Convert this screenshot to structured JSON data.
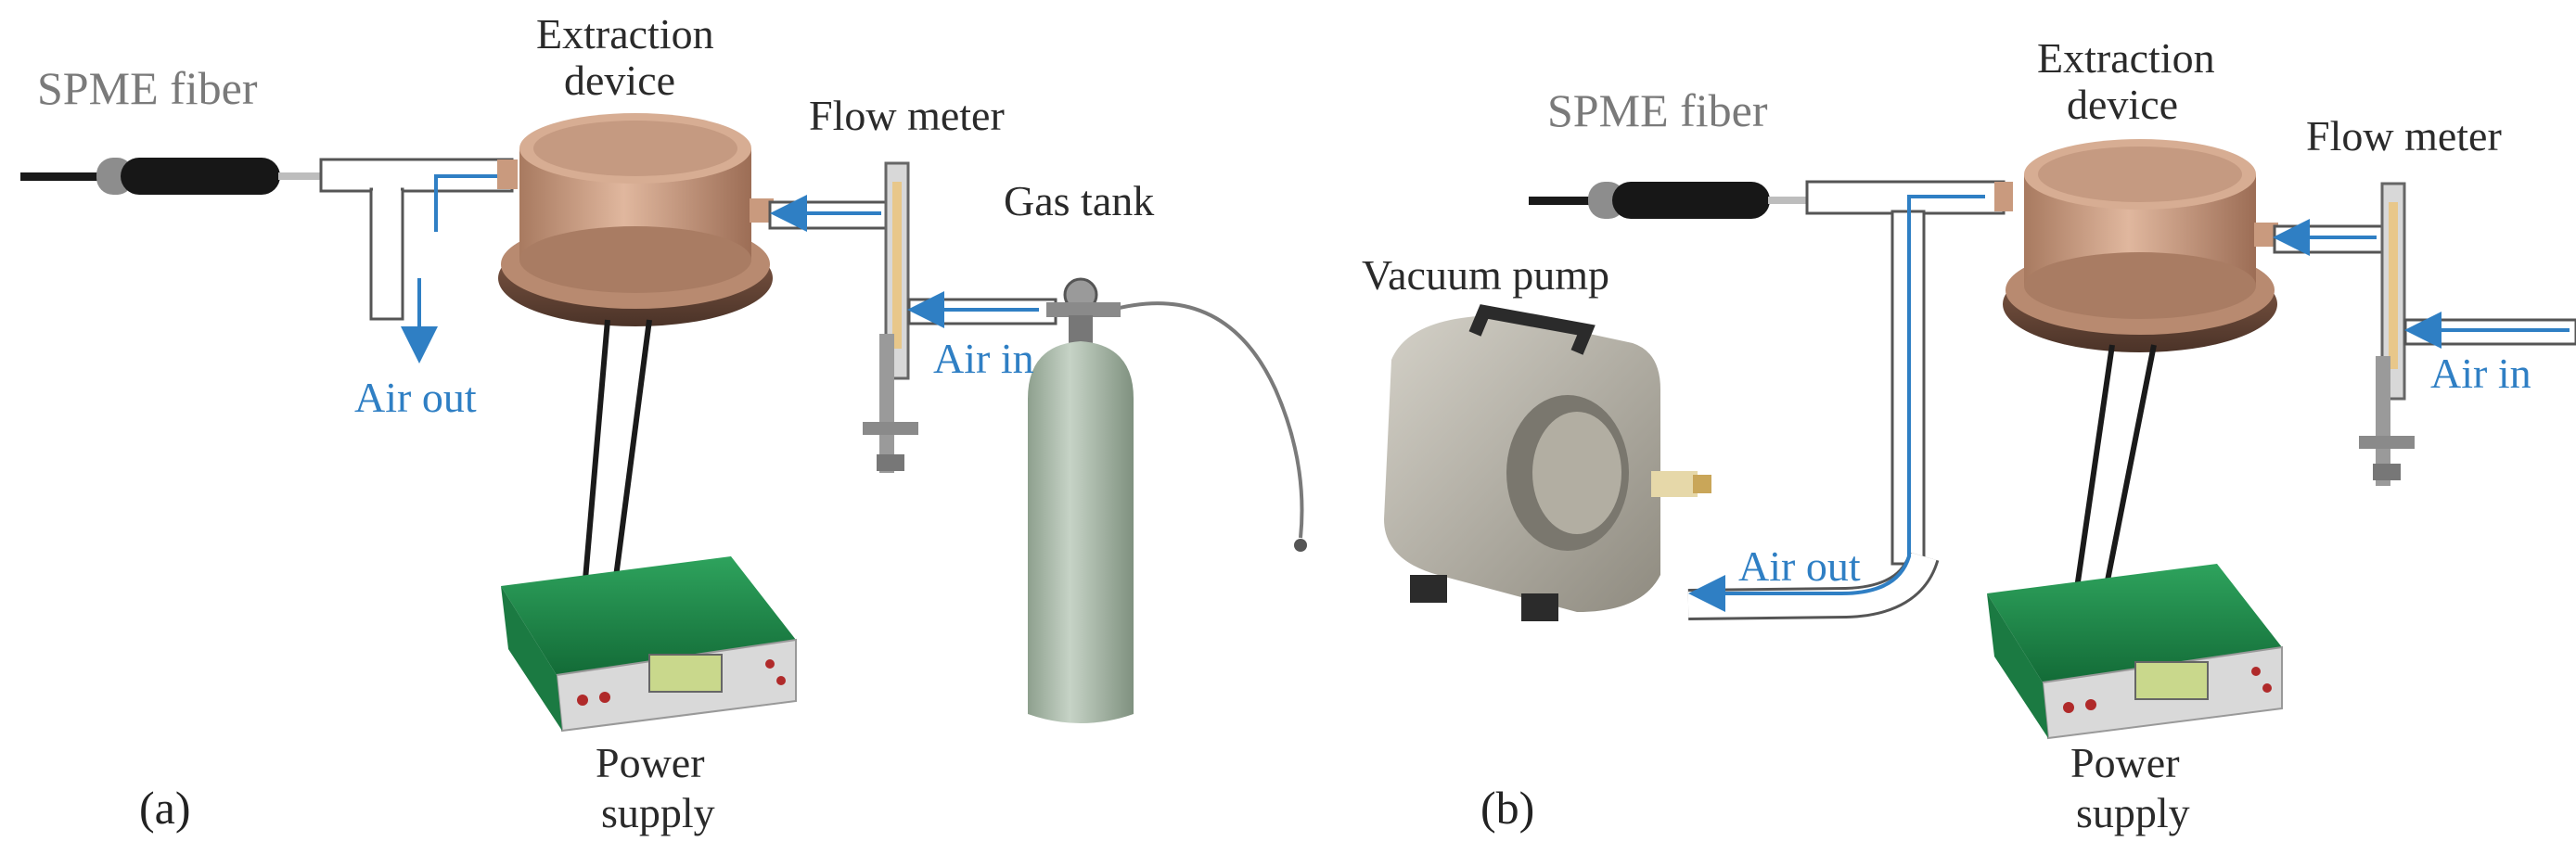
{
  "panels": {
    "a": {
      "tag": "(a)",
      "spme": "SPME fiber",
      "extraction_1": "Extraction",
      "extraction_2": "device",
      "flow_meter": "Flow meter",
      "gas_tank": "Gas tank",
      "air_out": "Air out",
      "air_in": "Air in",
      "power_1": "Power",
      "power_2": "supply"
    },
    "b": {
      "tag": "(b)",
      "spme": "SPME fiber",
      "extraction_1": "Extraction",
      "extraction_2": "device",
      "flow_meter": "Flow meter",
      "vacuum_pump": "Vacuum pump",
      "air_out": "Air out",
      "air_in": "Air in",
      "power_1": "Power",
      "power_2": "supply"
    }
  },
  "colors": {
    "flow": "#2f7fc4",
    "copper": "#c99a7e",
    "supply_green": "#1f8a4c",
    "tank": "#a9b9a9"
  },
  "icons": [
    "spme-fiber-icon",
    "extraction-device-icon",
    "flow-meter-icon",
    "gas-tank-icon",
    "vacuum-pump-icon",
    "power-supply-icon"
  ]
}
